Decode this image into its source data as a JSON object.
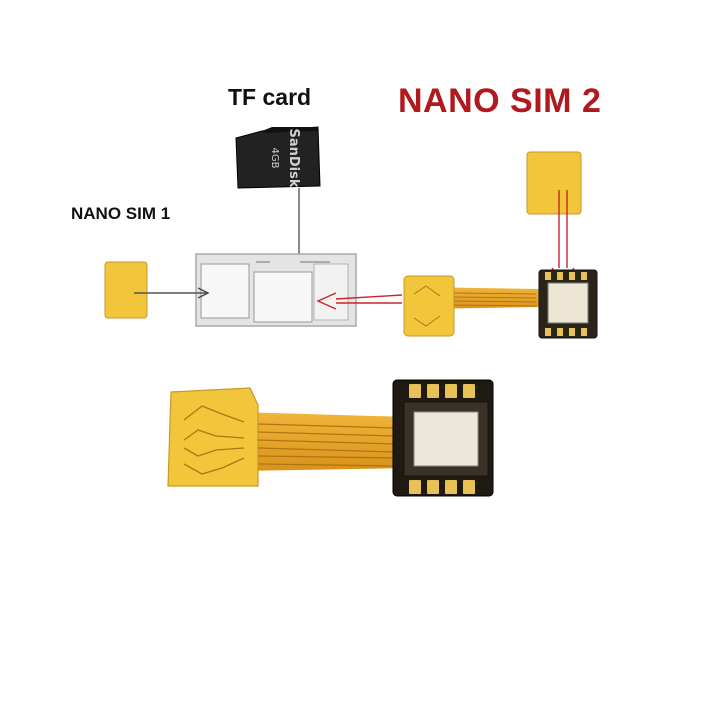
{
  "labels": {
    "tf_card": "TF card",
    "nano_sim_2": "NANO SIM 2",
    "nano_sim_1": "NANO  SIM 1"
  },
  "microsd_print": {
    "brand": "SanDisk",
    "capacity": "4GB"
  },
  "colors": {
    "sim2_label": "#b0191e",
    "label_text": "#111111",
    "chip_gold": "#f2c63a",
    "flex_amber": "#e8a31e",
    "arrow_red": "#c8262c",
    "card_dark": "#222222",
    "tray_gray": "#e3e3e3"
  }
}
